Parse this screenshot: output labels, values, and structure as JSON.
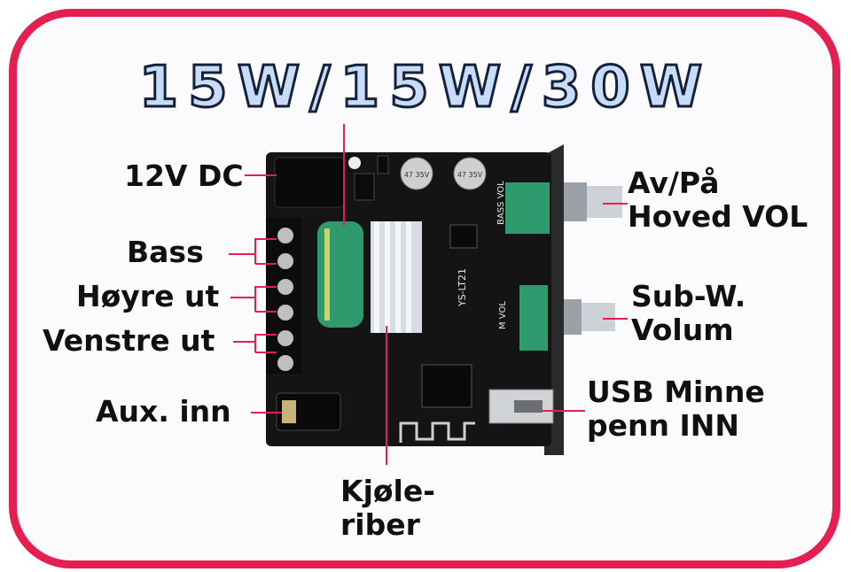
{
  "title": "15W/15W/30W",
  "labels": {
    "dc": "12V DC",
    "bass": "Bass",
    "right_out": "Høyre ut",
    "left_out": "Venstre ut",
    "aux_in": "Aux. inn",
    "power_line1": "Av/På",
    "power_line2": "Hoved VOL",
    "sub_line1": "Sub-W.",
    "sub_line2": "Volum",
    "usb_line1": "USB Minne",
    "usb_line2": "penn INN",
    "heatsink_line1": "Kjøle-",
    "heatsink_line2": "riber"
  },
  "silkscreen": {
    "board_id": "YS-LT21",
    "bass_vol": "BASS VOL",
    "m_vol": "M VOL",
    "cap_left": "47 35V",
    "cap_right": "47 35V"
  },
  "colors": {
    "border": "#e3204f",
    "title_fill": "#c7ddf7",
    "title_stroke": "#15203a",
    "pcb": "#141414",
    "pointer": "#e3204f",
    "green_part": "#2f9a6e"
  }
}
